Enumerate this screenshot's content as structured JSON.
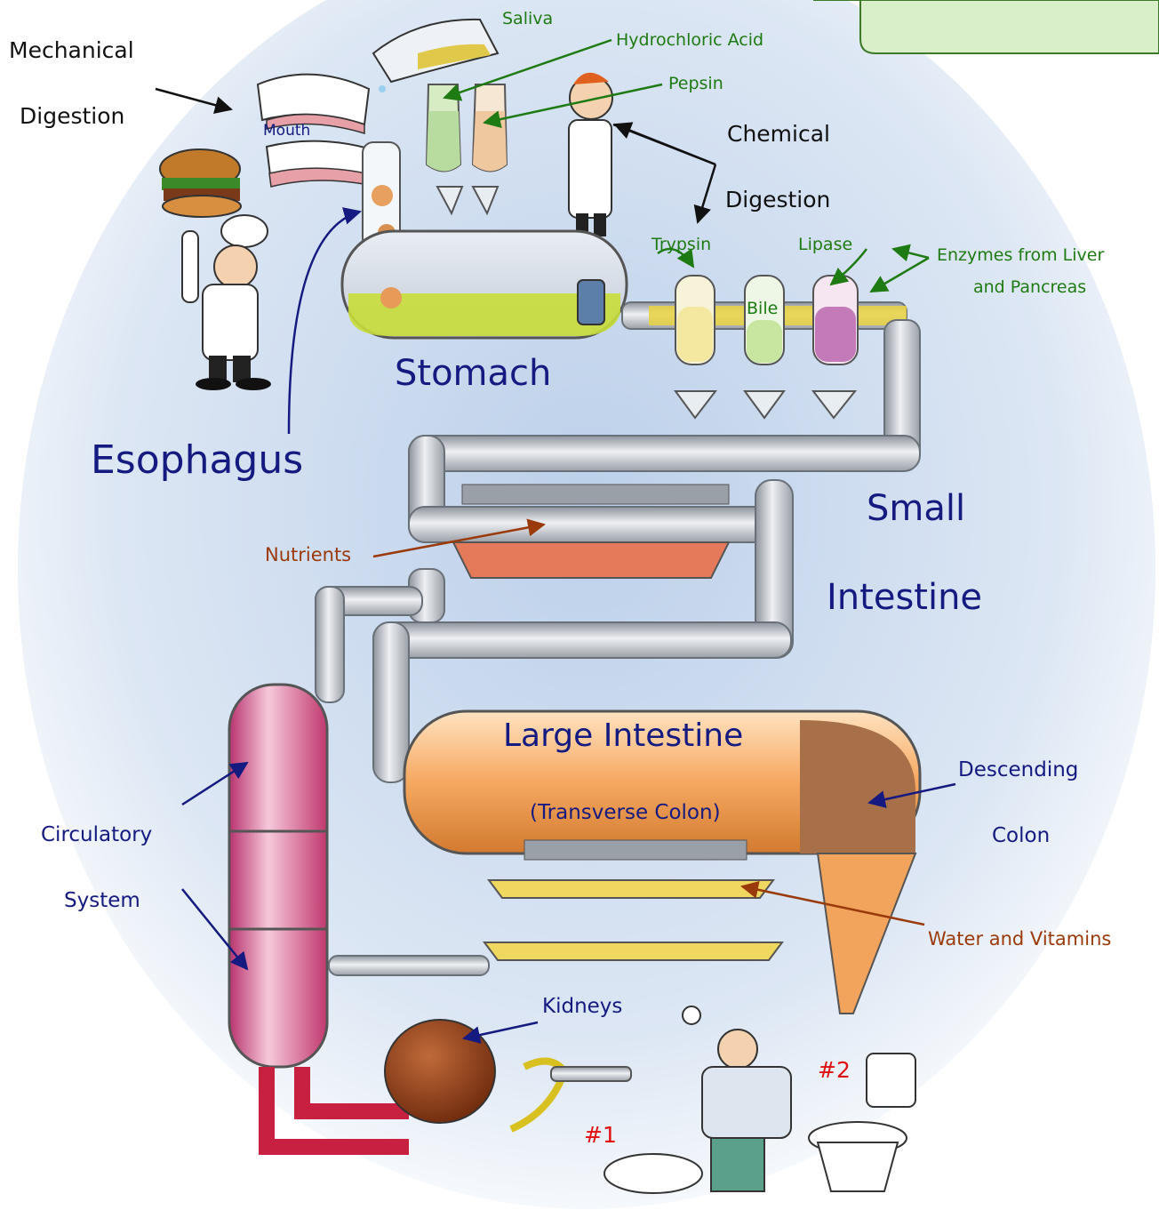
{
  "labels": {
    "mechanical": "Mechanical",
    "digestion_1": "Digestion",
    "saliva": "Saliva",
    "hydrochloric_acid": "Hydrochloric Acid",
    "pepsin": "Pepsin",
    "chemical": "Chemical",
    "digestion_2": "Digestion",
    "mouth": "Mouth",
    "trypsin": "Trypsin",
    "lipase": "Lipase",
    "enzymes_1": "Enzymes from Liver",
    "enzymes_2": "and Pancreas",
    "bile": "Bile",
    "stomach": "Stomach",
    "esophagus": "Esophagus",
    "small": "Small",
    "intestine": "Intestine",
    "nutrients": "Nutrients",
    "large_intestine": "Large Intestine",
    "transverse_colon": "(Transverse Colon)",
    "descending": "Descending",
    "colon": "Colon",
    "circulatory": "Circulatory",
    "system": "System",
    "water_vitamins": "Water and Vitamins",
    "kidneys": "Kidneys",
    "num1": "#1",
    "num2": "#2"
  },
  "colors": {
    "label_dark": "#111111",
    "label_green": "#1e7a12",
    "label_navy": "#141a80",
    "label_brown": "#9a3a0a",
    "label_red": "#e01010",
    "pipe_grey": "#c8ccd2",
    "stomach_fluid": "#c8dd3a",
    "colon_orange": "#f2a45c",
    "vessel_pink": "#d24f8a",
    "kidney_brown": "#8a3a16"
  }
}
